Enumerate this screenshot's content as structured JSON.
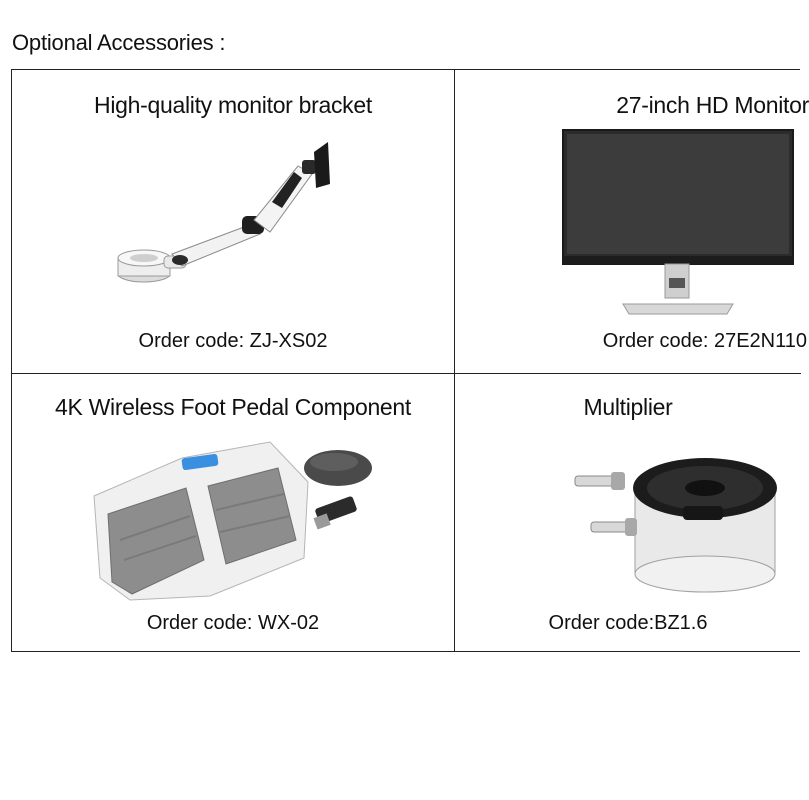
{
  "header": {
    "title": "Optional Accessories :"
  },
  "accessories": [
    {
      "title": "High-quality monitor bracket",
      "order": "Order code: ZJ-XS02",
      "icon": "monitor-bracket-image"
    },
    {
      "title": "27-inch HD Monitor",
      "order": "Order code: 27E2N110",
      "icon": "monitor-image"
    },
    {
      "title": "4K Wireless Foot Pedal Component",
      "order": "Order code: WX-02",
      "icon": "foot-pedal-image"
    },
    {
      "title": "Multiplier",
      "order": "Order code:BZ1.6",
      "icon": "multiplier-image"
    }
  ]
}
